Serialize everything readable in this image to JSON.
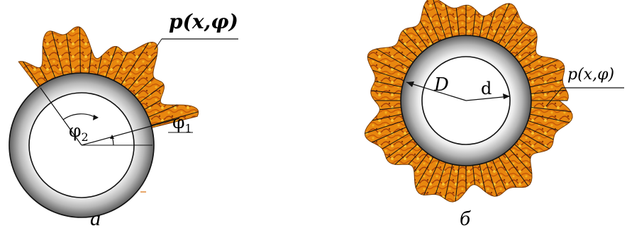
{
  "panel_a": {
    "label_pressure": "p(x,φ)",
    "label_phi2": "φ",
    "label_phi2_sub": "2",
    "label_phi1": "φ",
    "label_phi1_sub": "1",
    "caption": "а"
  },
  "panel_b": {
    "label_pressure": "p(x,φ)",
    "label_outer_diameter": "D",
    "label_inner_diameter": "d",
    "caption": "б"
  },
  "colors": {
    "pressure_fill": "#e07a10",
    "pressure_dark": "#b34a06",
    "pipe_outer": "#7a7a7a",
    "pipe_inner": "#f4f4f4"
  }
}
